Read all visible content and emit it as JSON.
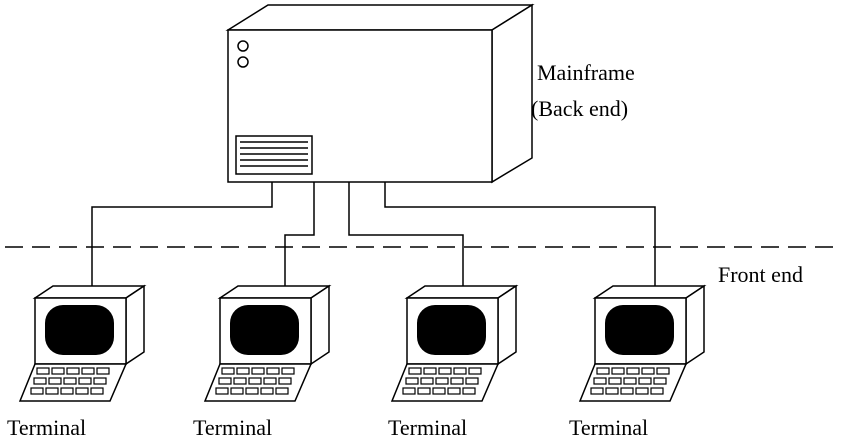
{
  "diagram": {
    "mainframe": {
      "label_line1": "Mainframe",
      "label_line2": "(Back end)"
    },
    "boundary_label": "Front end",
    "terminals": [
      {
        "label": "Terminal"
      },
      {
        "label": "Terminal"
      },
      {
        "label": "Terminal"
      },
      {
        "label": "Terminal"
      }
    ]
  }
}
